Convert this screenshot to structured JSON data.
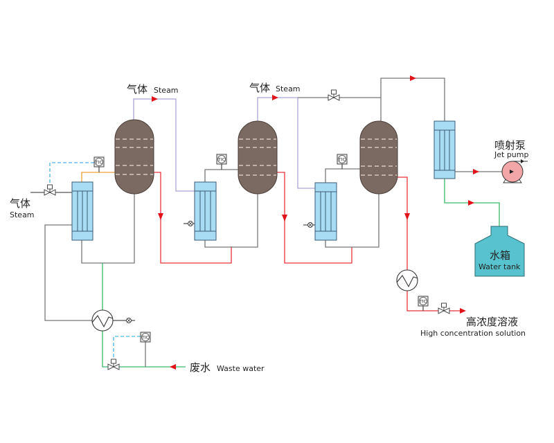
{
  "labels": {
    "steam_left_cn": "气体",
    "steam_left_en": "Steam",
    "steam_top1_cn": "气体",
    "steam_top1_en": "Steam",
    "steam_top2_cn": "气体",
    "steam_top2_en": "Steam",
    "jet_pump_cn": "喷射泵",
    "jet_pump_en": "Jet pump",
    "water_tank_cn": "水箱",
    "water_tank_en": "Water tank",
    "product_cn": "高浓度溶液",
    "product_en": "High concentration solution",
    "waste_cn": "废水",
    "waste_en": "Waste water",
    "controller_tag": "TIC"
  },
  "colors": {
    "process_line": "#7a7a7a",
    "steam_line": "#a9a3d6",
    "liquid_line": "#e8323c",
    "water_line": "#3cb86a",
    "heat_line": "#f0a03c",
    "signal_line": "#4ab4e6",
    "arrow": "#e0121a",
    "vessel_fill": "#7a6a62",
    "vessel_stroke": "#4a3c36",
    "exchanger_fill": "#a8dcf5",
    "exchanger_stroke": "#3a5a70",
    "tank_fill": "#58c3cf",
    "pump_fill": "#f2a6a8"
  }
}
